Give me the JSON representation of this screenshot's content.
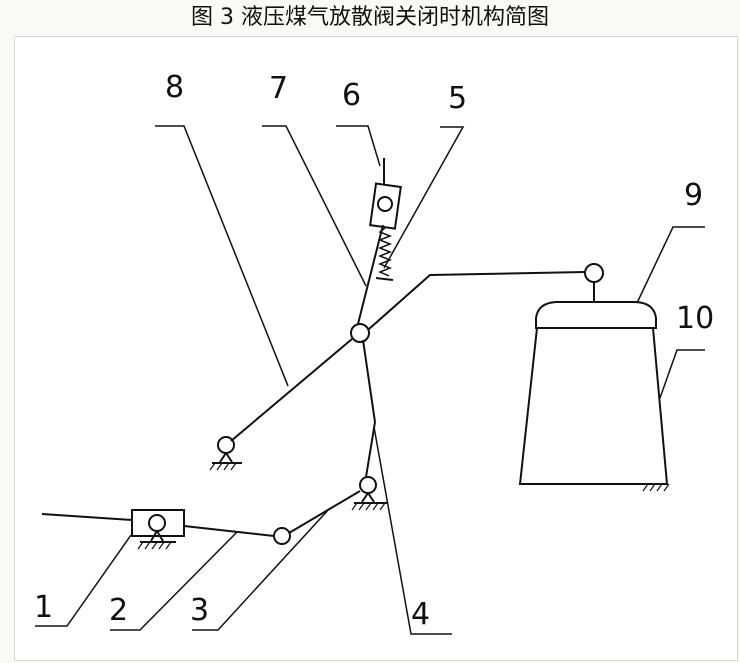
{
  "caption": "图 3 液压煤气放散阀关闭时机构简图",
  "labels": {
    "l1": "1",
    "l2": "2",
    "l3": "3",
    "l4": "4",
    "l5": "5",
    "l6": "6",
    "l7": "7",
    "l8": "8",
    "l9": "9",
    "l10": "10"
  }
}
